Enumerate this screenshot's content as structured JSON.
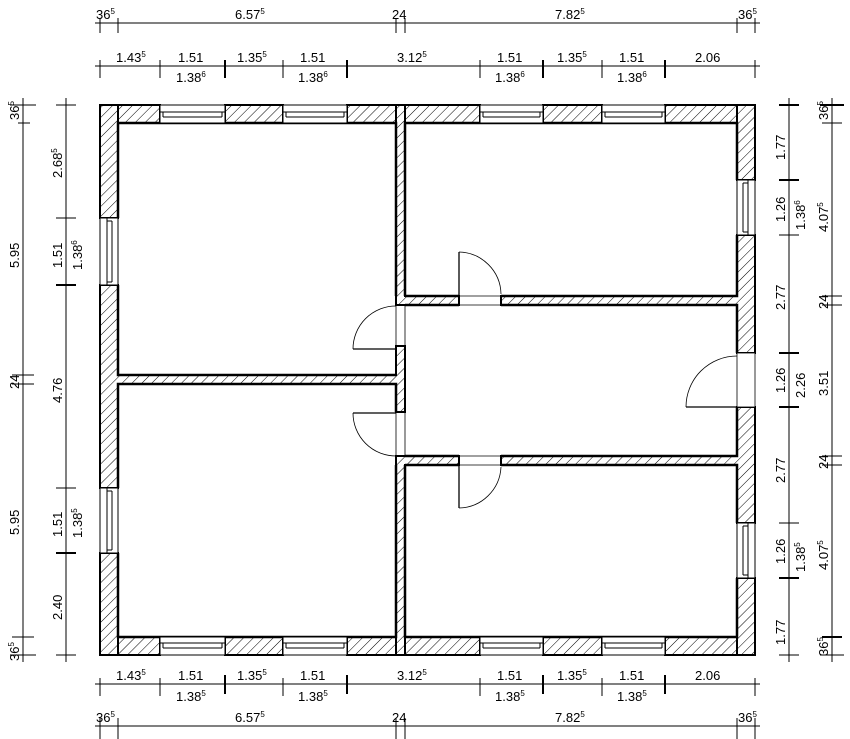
{
  "drawing": {
    "type": "floor-plan",
    "colors": {
      "line": "#000000",
      "background": "#ffffff",
      "hatch": "#000000"
    },
    "rooms": [
      {
        "name": "room-top-left"
      },
      {
        "name": "room-bottom-left"
      },
      {
        "name": "room-top-right"
      },
      {
        "name": "corridor-right"
      },
      {
        "name": "room-bottom-right"
      }
    ]
  },
  "dimensions": {
    "top_outer": [
      {
        "main": "36",
        "sup": "5"
      },
      {
        "main": "6.57",
        "sup": "5"
      },
      {
        "main": "24",
        "sup": ""
      },
      {
        "main": "7.82",
        "sup": "5"
      },
      {
        "main": "36",
        "sup": "5"
      }
    ],
    "top_openings": [
      {
        "main": "1.43",
        "sup": "5"
      },
      {
        "main": "1.51",
        "sup": ""
      },
      {
        "main": "1.35",
        "sup": "5"
      },
      {
        "main": "1.51",
        "sup": ""
      },
      {
        "main": "3.12",
        "sup": "5"
      },
      {
        "main": "1.51",
        "sup": ""
      },
      {
        "main": "1.35",
        "sup": "5"
      },
      {
        "main": "1.51",
        "sup": ""
      },
      {
        "main": "2.06",
        "sup": ""
      }
    ],
    "top_window_heights": [
      {
        "main": "1.38",
        "sup": "6"
      },
      {
        "main": "1.38",
        "sup": "6"
      },
      {
        "main": "1.38",
        "sup": "6"
      },
      {
        "main": "1.38",
        "sup": "6"
      }
    ],
    "bottom_openings": [
      {
        "main": "1.43",
        "sup": "5"
      },
      {
        "main": "1.51",
        "sup": ""
      },
      {
        "main": "1.35",
        "sup": "5"
      },
      {
        "main": "1.51",
        "sup": ""
      },
      {
        "main": "3.12",
        "sup": "5"
      },
      {
        "main": "1.51",
        "sup": ""
      },
      {
        "main": "1.35",
        "sup": "5"
      },
      {
        "main": "1.51",
        "sup": ""
      },
      {
        "main": "2.06",
        "sup": ""
      }
    ],
    "bottom_window_heights": [
      {
        "main": "1.38",
        "sup": "5"
      },
      {
        "main": "1.38",
        "sup": "5"
      },
      {
        "main": "1.38",
        "sup": "5"
      },
      {
        "main": "1.38",
        "sup": "5"
      }
    ],
    "bottom_outer": [
      {
        "main": "36",
        "sup": "5"
      },
      {
        "main": "6.57",
        "sup": "5"
      },
      {
        "main": "24",
        "sup": ""
      },
      {
        "main": "7.82",
        "sup": "5"
      },
      {
        "main": "36",
        "sup": "5"
      }
    ],
    "left_outer": [
      {
        "main": "36",
        "sup": "5"
      },
      {
        "main": "5.95",
        "sup": ""
      },
      {
        "main": "24",
        "sup": ""
      },
      {
        "main": "5.95",
        "sup": ""
      },
      {
        "main": "36",
        "sup": "5"
      }
    ],
    "left_openings": [
      {
        "main": "2.68",
        "sup": "5"
      },
      {
        "main": "1.51",
        "sup": ""
      },
      {
        "main": "4.76",
        "sup": ""
      },
      {
        "main": "1.51",
        "sup": ""
      },
      {
        "main": "2.40",
        "sup": ""
      }
    ],
    "left_window_heights": [
      {
        "main": "1.38",
        "sup": "6"
      },
      {
        "main": "1.38",
        "sup": "5"
      }
    ],
    "right_openings": [
      {
        "main": "1.77",
        "sup": ""
      },
      {
        "main": "1.26",
        "sup": ""
      },
      {
        "main": "2.77",
        "sup": ""
      },
      {
        "main": "1.26",
        "sup": ""
      },
      {
        "main": "2.77",
        "sup": ""
      },
      {
        "main": "1.26",
        "sup": ""
      },
      {
        "main": "1.77",
        "sup": ""
      }
    ],
    "right_secondary": [
      {
        "main": "1.38",
        "sup": "6"
      },
      {
        "main": "2.26",
        "sup": ""
      },
      {
        "main": "1.38",
        "sup": "5"
      }
    ],
    "right_outer": [
      {
        "main": "36",
        "sup": "5"
      },
      {
        "main": "4.07",
        "sup": "5"
      },
      {
        "main": "24",
        "sup": ""
      },
      {
        "main": "3.51",
        "sup": ""
      },
      {
        "main": "24",
        "sup": ""
      },
      {
        "main": "4.07",
        "sup": "5"
      },
      {
        "main": "36",
        "sup": "5"
      }
    ]
  }
}
